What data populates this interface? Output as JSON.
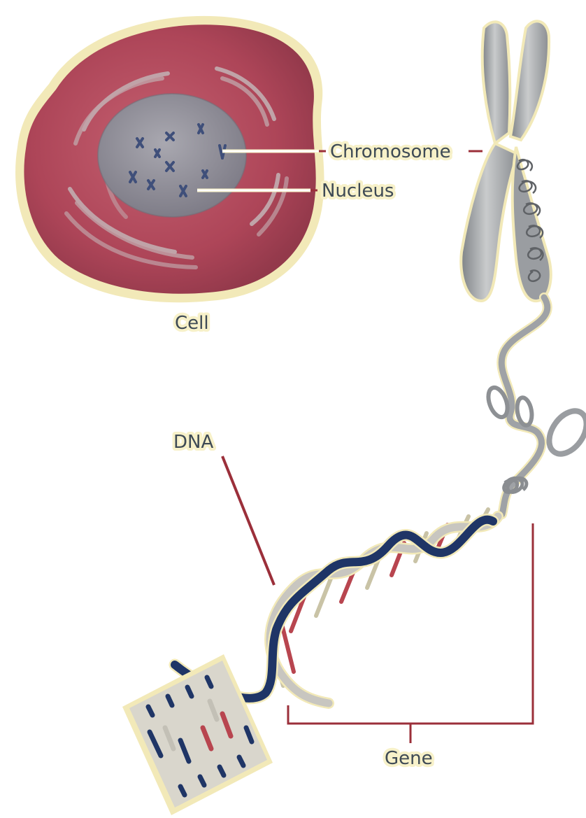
{
  "labels": {
    "chromosome": "Chromosome",
    "nucleus": "Nucleus",
    "cell": "Cell",
    "dna": "DNA",
    "gene": "Gene"
  },
  "colors": {
    "cell_body": "#b04a5c",
    "cell_rim": "#f2e9b8",
    "nucleus": "#8f8e97",
    "chromosome": "#9c9fa3",
    "dna_backbone": "#1f3566",
    "dna_red_pair": "#b8454f",
    "leader_line": "#9b2f3a",
    "label_text": "#3e4a55"
  }
}
